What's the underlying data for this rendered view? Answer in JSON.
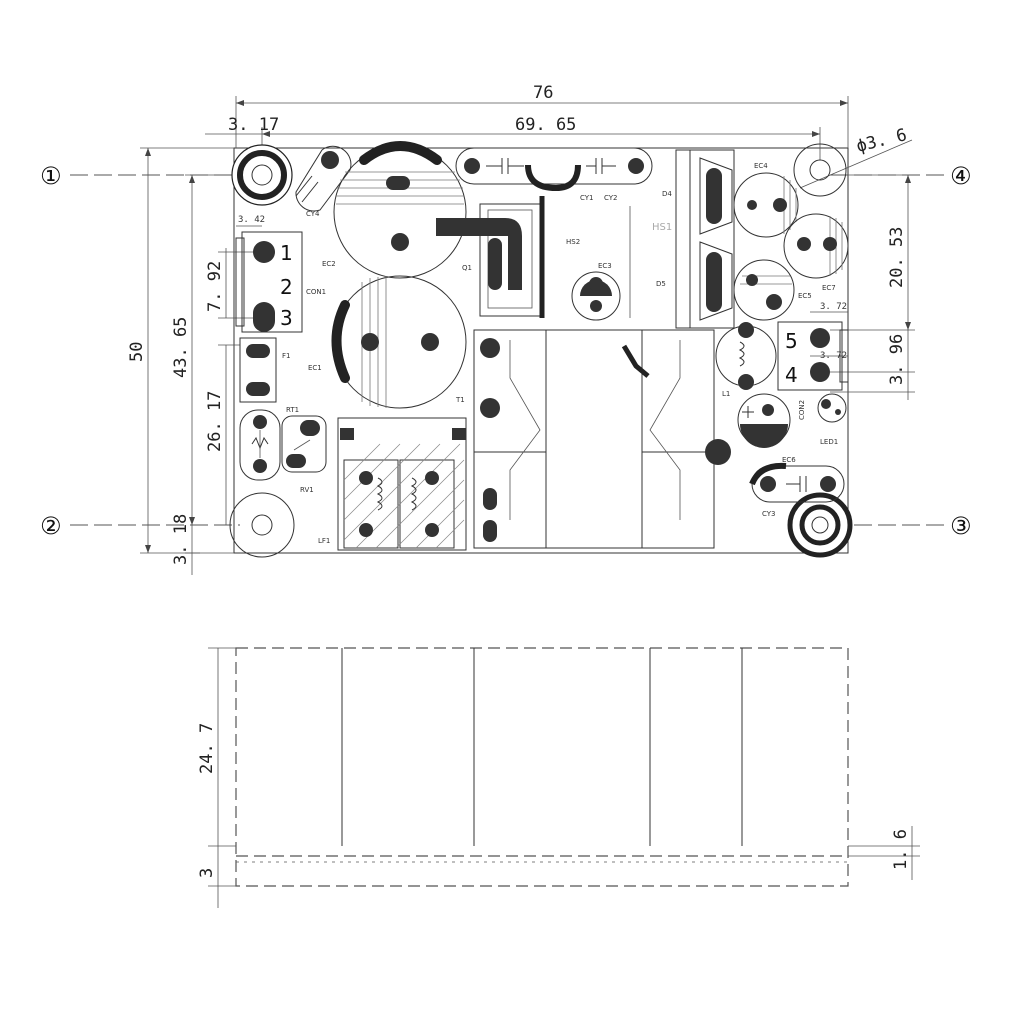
{
  "dimensions": {
    "total_width": "76",
    "hole_span": "69. 65",
    "left_offset": "3. 17",
    "hole_dia": "ϕ3. 6",
    "total_height": "50",
    "hole_span_v": "43. 65",
    "lower_height": "26. 17",
    "bottom_offset": "3. 18",
    "con1_pitch": "7. 92",
    "con1_offset": "3. 42",
    "right_upper": "20. 53",
    "con2_pitch": "3. 96",
    "con2_offset_a": "3. 72",
    "con2_offset_b": "3. 72",
    "component_height": "24. 7",
    "board_thickness": "1. 6",
    "base_height": "3"
  },
  "mount_holes": {
    "h1": "①",
    "h2": "②",
    "h3": "③",
    "h4": "④"
  },
  "pins": {
    "con1_p1": "1",
    "con1_p2": "2",
    "con1_p3": "3",
    "con2_p5": "5",
    "con2_p4": "4"
  },
  "components": {
    "cy4": "CY4",
    "ec2": "EC2",
    "con1": "CON1",
    "ec1": "EC1",
    "f1": "F1",
    "rt1": "RT1",
    "rv1": "RV1",
    "lf1": "LF1",
    "q1": "Q1",
    "hs2": "HS2",
    "cy1": "CY1",
    "cy2": "CY2",
    "ec3": "EC3",
    "t1": "T1",
    "d4": "D4",
    "hs1": "HS1",
    "d5": "D5",
    "ec4": "EC4",
    "ec7": "EC7",
    "ec5": "EC5",
    "l1": "L1",
    "con2": "CON2",
    "led1": "LED1",
    "ec6": "EC6",
    "cy3": "CY3"
  }
}
